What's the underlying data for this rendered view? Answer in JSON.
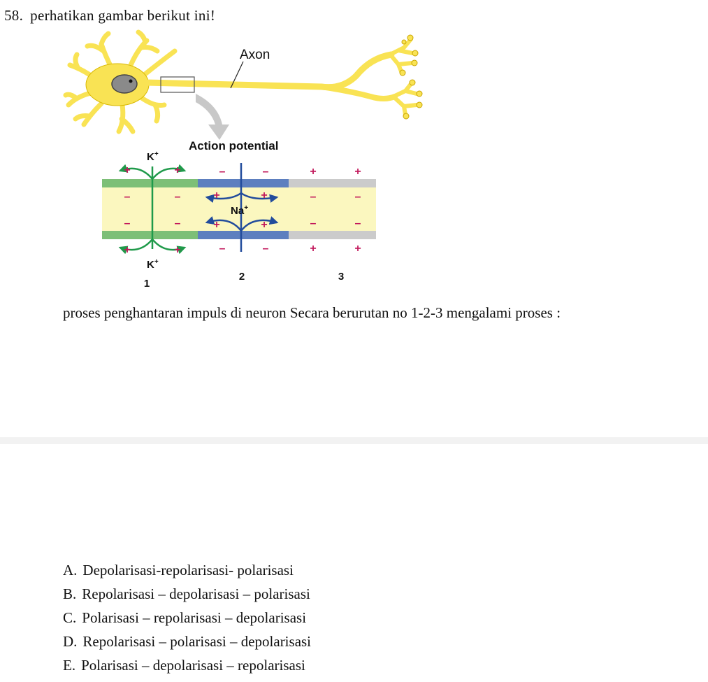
{
  "question": {
    "number": "58.",
    "instruction": "perhatikan gambar berikut ini!",
    "stem": "proses penghantaran impuls di neuron Secara berurutan  no 1-2-3 mengalami proses :"
  },
  "figure": {
    "axon_label": "Axon",
    "action_potential_label": "Action potential",
    "k_ion": "K",
    "na_ion": "Na",
    "ion_charge": "+",
    "region_labels": [
      "1",
      "2",
      "3"
    ],
    "plus": "+",
    "minus": "–",
    "colors": {
      "neuron": "#f9e354",
      "neuron_outline": "#c9a400",
      "nucleus": "#8a8a8a",
      "green_membrane": "#7dbf77",
      "blue_membrane": "#5d7fbf",
      "gray_membrane": "#cbcbcb",
      "cytoplasm": "#fbf7bf",
      "green_arrow": "#1f9a4a",
      "blue_arrow": "#224c9c",
      "charge_magenta": "#c2185b"
    }
  },
  "options": [
    {
      "letter": "A.",
      "text": "Depolarisasi-repolarisasi- polarisasi"
    },
    {
      "letter": "B.",
      "text": "Repolarisasi – depolarisasi – polarisasi"
    },
    {
      "letter": "C.",
      "text": "Polarisasi – repolarisasi – depolarisasi"
    },
    {
      "letter": "D.",
      "text": "Repolarisasi – polarisasi – depolarisasi"
    },
    {
      "letter": "E.",
      "text": "Polarisasi – depolarisasi – repolarisasi"
    }
  ]
}
